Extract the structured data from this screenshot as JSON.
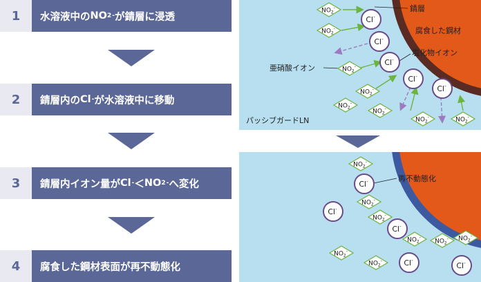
{
  "steps": [
    {
      "num": "1",
      "parts": [
        "水溶液中の",
        "NO",
        "2",
        "-",
        "が錆層に浸透"
      ]
    },
    {
      "num": "2",
      "parts": [
        "錆層内の",
        "Cl",
        "-",
        "が水溶液中に移動"
      ]
    },
    {
      "num": "3",
      "parts": [
        "錆層内イオン量が",
        "Cl",
        "-",
        "＜",
        "NO",
        "2",
        "-",
        "へ変化"
      ]
    },
    {
      "num": "4",
      "parts": [
        "腐食した鋼材表面が再不動態化"
      ]
    }
  ],
  "ions": {
    "cl": "Cl",
    "no2": "NO",
    "sub2": "2",
    "minus": "-"
  },
  "panel_top": {
    "label_rust": "錆層",
    "label_steel": "腐食した鋼材",
    "label_chloride": "塩化物イオン",
    "label_nitrite": "亜硝酸イオン",
    "label_product": "パッシブガードLN"
  },
  "panel_bottom": {
    "label_repassivation": "再不動態化"
  },
  "colors": {
    "step_bg": "#5b6897",
    "num_bg": "#e8e9f1",
    "water": "#b7dff0",
    "steel": "#e2591a",
    "rust": "#5a2b22",
    "ion_green": "#6cb33f",
    "arrow_purple": "#9b7bbf"
  }
}
